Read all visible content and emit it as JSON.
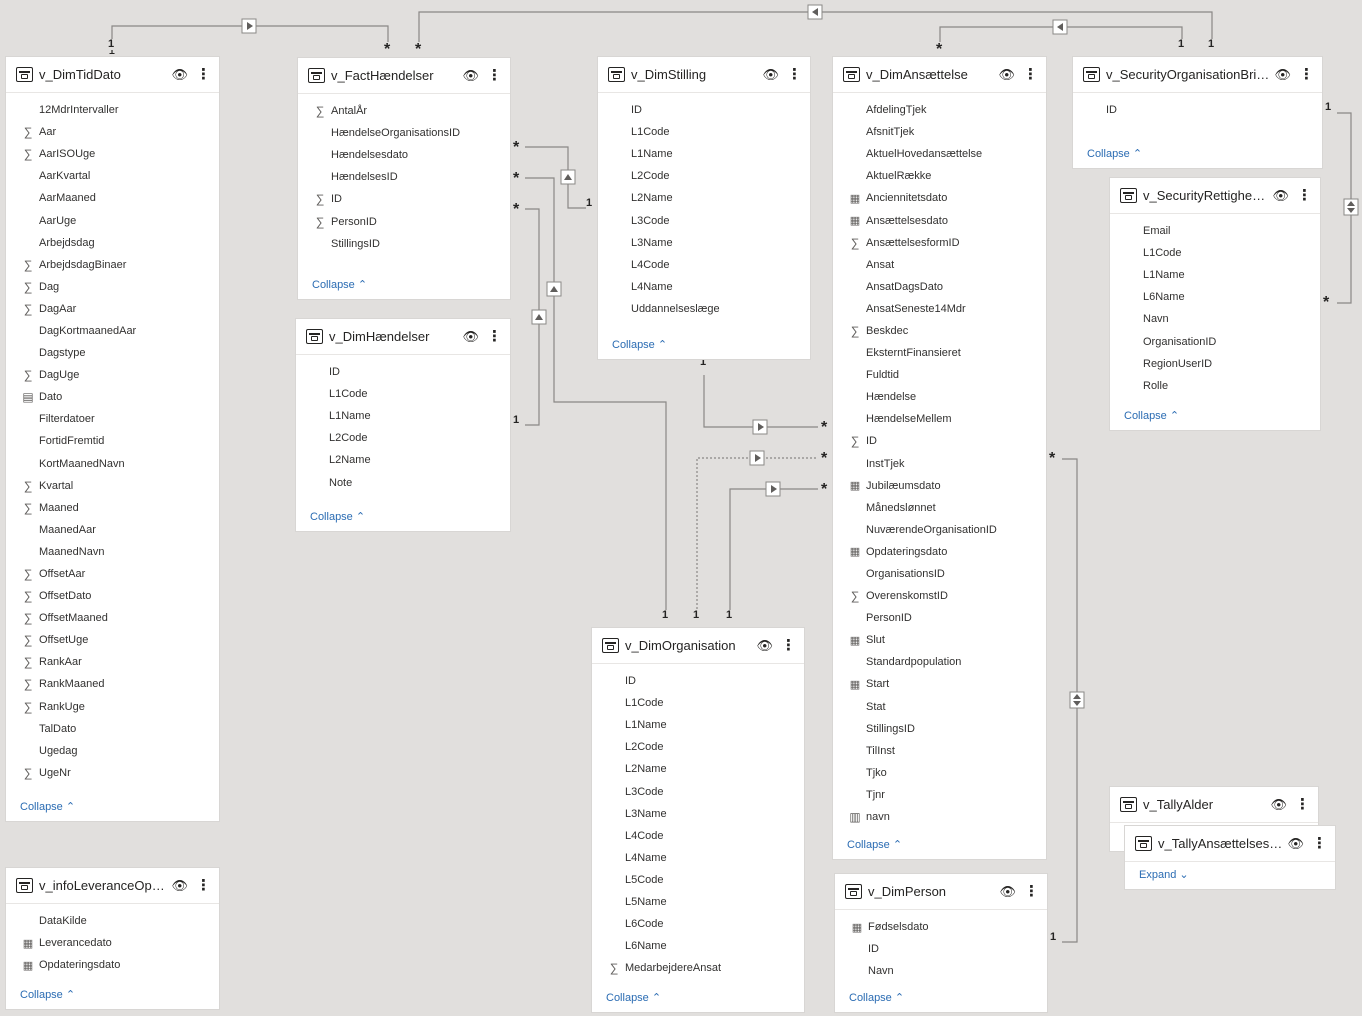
{
  "relationship_labels": {
    "one": "1",
    "many": "*"
  },
  "tables": {
    "dimtiddato": {
      "title": "v_DimTidDato",
      "fields": [
        {
          "icon": "",
          "name": "12MdrIntervaller"
        },
        {
          "icon": "sigma",
          "name": "Aar"
        },
        {
          "icon": "sigma",
          "name": "AarISOUge"
        },
        {
          "icon": "",
          "name": "AarKvartal"
        },
        {
          "icon": "",
          "name": "AarMaaned"
        },
        {
          "icon": "",
          "name": "AarUge"
        },
        {
          "icon": "",
          "name": "Arbejdsdag"
        },
        {
          "icon": "sigma",
          "name": "ArbejdsdagBinaer"
        },
        {
          "icon": "sigma",
          "name": "Dag"
        },
        {
          "icon": "sigma",
          "name": "DagAar"
        },
        {
          "icon": "",
          "name": "DagKortmaanedAar"
        },
        {
          "icon": "",
          "name": "Dagstype"
        },
        {
          "icon": "sigma",
          "name": "DagUge"
        },
        {
          "icon": "date",
          "name": "Dato"
        },
        {
          "icon": "",
          "name": "Filterdatoer"
        },
        {
          "icon": "",
          "name": "FortidFremtid"
        },
        {
          "icon": "",
          "name": "KortMaanedNavn"
        },
        {
          "icon": "sigma",
          "name": "Kvartal"
        },
        {
          "icon": "sigma",
          "name": "Maaned"
        },
        {
          "icon": "",
          "name": "MaanedAar"
        },
        {
          "icon": "",
          "name": "MaanedNavn"
        },
        {
          "icon": "sigma",
          "name": "OffsetAar"
        },
        {
          "icon": "sigma",
          "name": "OffsetDato"
        },
        {
          "icon": "sigma",
          "name": "OffsetMaaned"
        },
        {
          "icon": "sigma",
          "name": "OffsetUge"
        },
        {
          "icon": "sigma",
          "name": "RankAar"
        },
        {
          "icon": "sigma",
          "name": "RankMaaned"
        },
        {
          "icon": "sigma",
          "name": "RankUge"
        },
        {
          "icon": "",
          "name": "TalDato"
        },
        {
          "icon": "",
          "name": "Ugedag"
        },
        {
          "icon": "sigma",
          "name": "UgeNr"
        }
      ],
      "toggle": "Collapse"
    },
    "facthaendelser": {
      "title": "v_FactHændelser",
      "fields": [
        {
          "icon": "sigma",
          "name": "AntalÅr"
        },
        {
          "icon": "",
          "name": "HændelseOrganisationsID"
        },
        {
          "icon": "",
          "name": "Hændelsesdato"
        },
        {
          "icon": "",
          "name": "HændelsesID"
        },
        {
          "icon": "sigma",
          "name": "ID"
        },
        {
          "icon": "sigma",
          "name": "PersonID"
        },
        {
          "icon": "",
          "name": "StillingsID"
        }
      ],
      "toggle": "Collapse"
    },
    "dimhaendelser": {
      "title": "v_DimHændelser",
      "fields": [
        {
          "icon": "",
          "name": "ID"
        },
        {
          "icon": "",
          "name": "L1Code"
        },
        {
          "icon": "",
          "name": "L1Name"
        },
        {
          "icon": "",
          "name": "L2Code"
        },
        {
          "icon": "",
          "name": "L2Name"
        },
        {
          "icon": "",
          "name": "Note"
        }
      ],
      "toggle": "Collapse"
    },
    "dimstilling": {
      "title": "v_DimStilling",
      "fields": [
        {
          "icon": "",
          "name": "ID"
        },
        {
          "icon": "",
          "name": "L1Code"
        },
        {
          "icon": "",
          "name": "L1Name"
        },
        {
          "icon": "",
          "name": "L2Code"
        },
        {
          "icon": "",
          "name": "L2Name"
        },
        {
          "icon": "",
          "name": "L3Code"
        },
        {
          "icon": "",
          "name": "L3Name"
        },
        {
          "icon": "",
          "name": "L4Code"
        },
        {
          "icon": "",
          "name": "L4Name"
        },
        {
          "icon": "",
          "name": "Uddannelseslæge"
        }
      ],
      "toggle": "Collapse"
    },
    "dimansaettelse": {
      "title": "v_DimAnsættelse",
      "fields": [
        {
          "icon": "",
          "name": "AfdelingTjek"
        },
        {
          "icon": "",
          "name": "AfsnitTjek"
        },
        {
          "icon": "",
          "name": "AktuelHovedansættelse"
        },
        {
          "icon": "",
          "name": "AktuelRække"
        },
        {
          "icon": "cal",
          "name": "Anciennitetsdato"
        },
        {
          "icon": "cal",
          "name": "Ansættelsesdato"
        },
        {
          "icon": "sigma",
          "name": "AnsættelsesformID"
        },
        {
          "icon": "",
          "name": "Ansat"
        },
        {
          "icon": "",
          "name": "AnsatDagsDato"
        },
        {
          "icon": "",
          "name": "AnsatSeneste14Mdr"
        },
        {
          "icon": "sigma",
          "name": "Beskdec"
        },
        {
          "icon": "",
          "name": "EksterntFinansieret"
        },
        {
          "icon": "",
          "name": "Fuldtid"
        },
        {
          "icon": "",
          "name": "Hændelse"
        },
        {
          "icon": "",
          "name": "HændelseMellem"
        },
        {
          "icon": "sigma",
          "name": "ID"
        },
        {
          "icon": "",
          "name": "InstTjek"
        },
        {
          "icon": "cal",
          "name": "Jubilæumsdato"
        },
        {
          "icon": "",
          "name": "Månedslønnet"
        },
        {
          "icon": "",
          "name": "NuværendeOrganisationID"
        },
        {
          "icon": "cal",
          "name": "Opdateringsdato"
        },
        {
          "icon": "",
          "name": "OrganisationsID"
        },
        {
          "icon": "sigma",
          "name": "OverenskomstID"
        },
        {
          "icon": "",
          "name": "PersonID"
        },
        {
          "icon": "cal",
          "name": "Slut"
        },
        {
          "icon": "",
          "name": "Standardpopulation"
        },
        {
          "icon": "cal",
          "name": "Start"
        },
        {
          "icon": "",
          "name": "Stat"
        },
        {
          "icon": "",
          "name": "StillingsID"
        },
        {
          "icon": "",
          "name": "TilInst"
        },
        {
          "icon": "",
          "name": "Tjko"
        },
        {
          "icon": "",
          "name": "Tjnr"
        },
        {
          "icon": "calc",
          "name": "navn"
        }
      ],
      "toggle": "Collapse"
    },
    "securitybridge": {
      "title": "v_SecurityOrganisationBridge",
      "fields": [
        {
          "icon": "",
          "name": "ID"
        }
      ],
      "toggle": "Collapse"
    },
    "securityrettigheder": {
      "title": "v_SecurityRettigheder",
      "fields": [
        {
          "icon": "",
          "name": "Email"
        },
        {
          "icon": "",
          "name": "L1Code"
        },
        {
          "icon": "",
          "name": "L1Name"
        },
        {
          "icon": "",
          "name": "L6Name"
        },
        {
          "icon": "",
          "name": "Navn"
        },
        {
          "icon": "",
          "name": "OrganisationID"
        },
        {
          "icon": "",
          "name": "RegionUserID"
        },
        {
          "icon": "",
          "name": "Rolle"
        }
      ],
      "toggle": "Collapse"
    },
    "dimorganisation": {
      "title": "v_DimOrganisation",
      "fields": [
        {
          "icon": "",
          "name": "ID"
        },
        {
          "icon": "",
          "name": "L1Code"
        },
        {
          "icon": "",
          "name": "L1Name"
        },
        {
          "icon": "",
          "name": "L2Code"
        },
        {
          "icon": "",
          "name": "L2Name"
        },
        {
          "icon": "",
          "name": "L3Code"
        },
        {
          "icon": "",
          "name": "L3Name"
        },
        {
          "icon": "",
          "name": "L4Code"
        },
        {
          "icon": "",
          "name": "L4Name"
        },
        {
          "icon": "",
          "name": "L5Code"
        },
        {
          "icon": "",
          "name": "L5Name"
        },
        {
          "icon": "",
          "name": "L6Code"
        },
        {
          "icon": "",
          "name": "L6Name"
        },
        {
          "icon": "sigma",
          "name": "MedarbejdereAnsat"
        }
      ],
      "toggle": "Collapse"
    },
    "dimperson": {
      "title": "v_DimPerson",
      "fields": [
        {
          "icon": "cal",
          "name": "Fødselsdato"
        },
        {
          "icon": "",
          "name": "ID"
        },
        {
          "icon": "",
          "name": "Navn"
        }
      ],
      "toggle": "Collapse"
    },
    "infoleverance": {
      "title": "v_infoLeveranceOpda...",
      "fields": [
        {
          "icon": "",
          "name": "DataKilde"
        },
        {
          "icon": "cal",
          "name": "Leverancedato"
        },
        {
          "icon": "cal",
          "name": "Opdateringsdato"
        }
      ],
      "toggle": "Collapse"
    },
    "tallyalder": {
      "title": "v_TallyAlder"
    },
    "tallyansaettelse": {
      "title": "v_TallyAnsættelseslæ...",
      "toggle": "Expand"
    }
  }
}
